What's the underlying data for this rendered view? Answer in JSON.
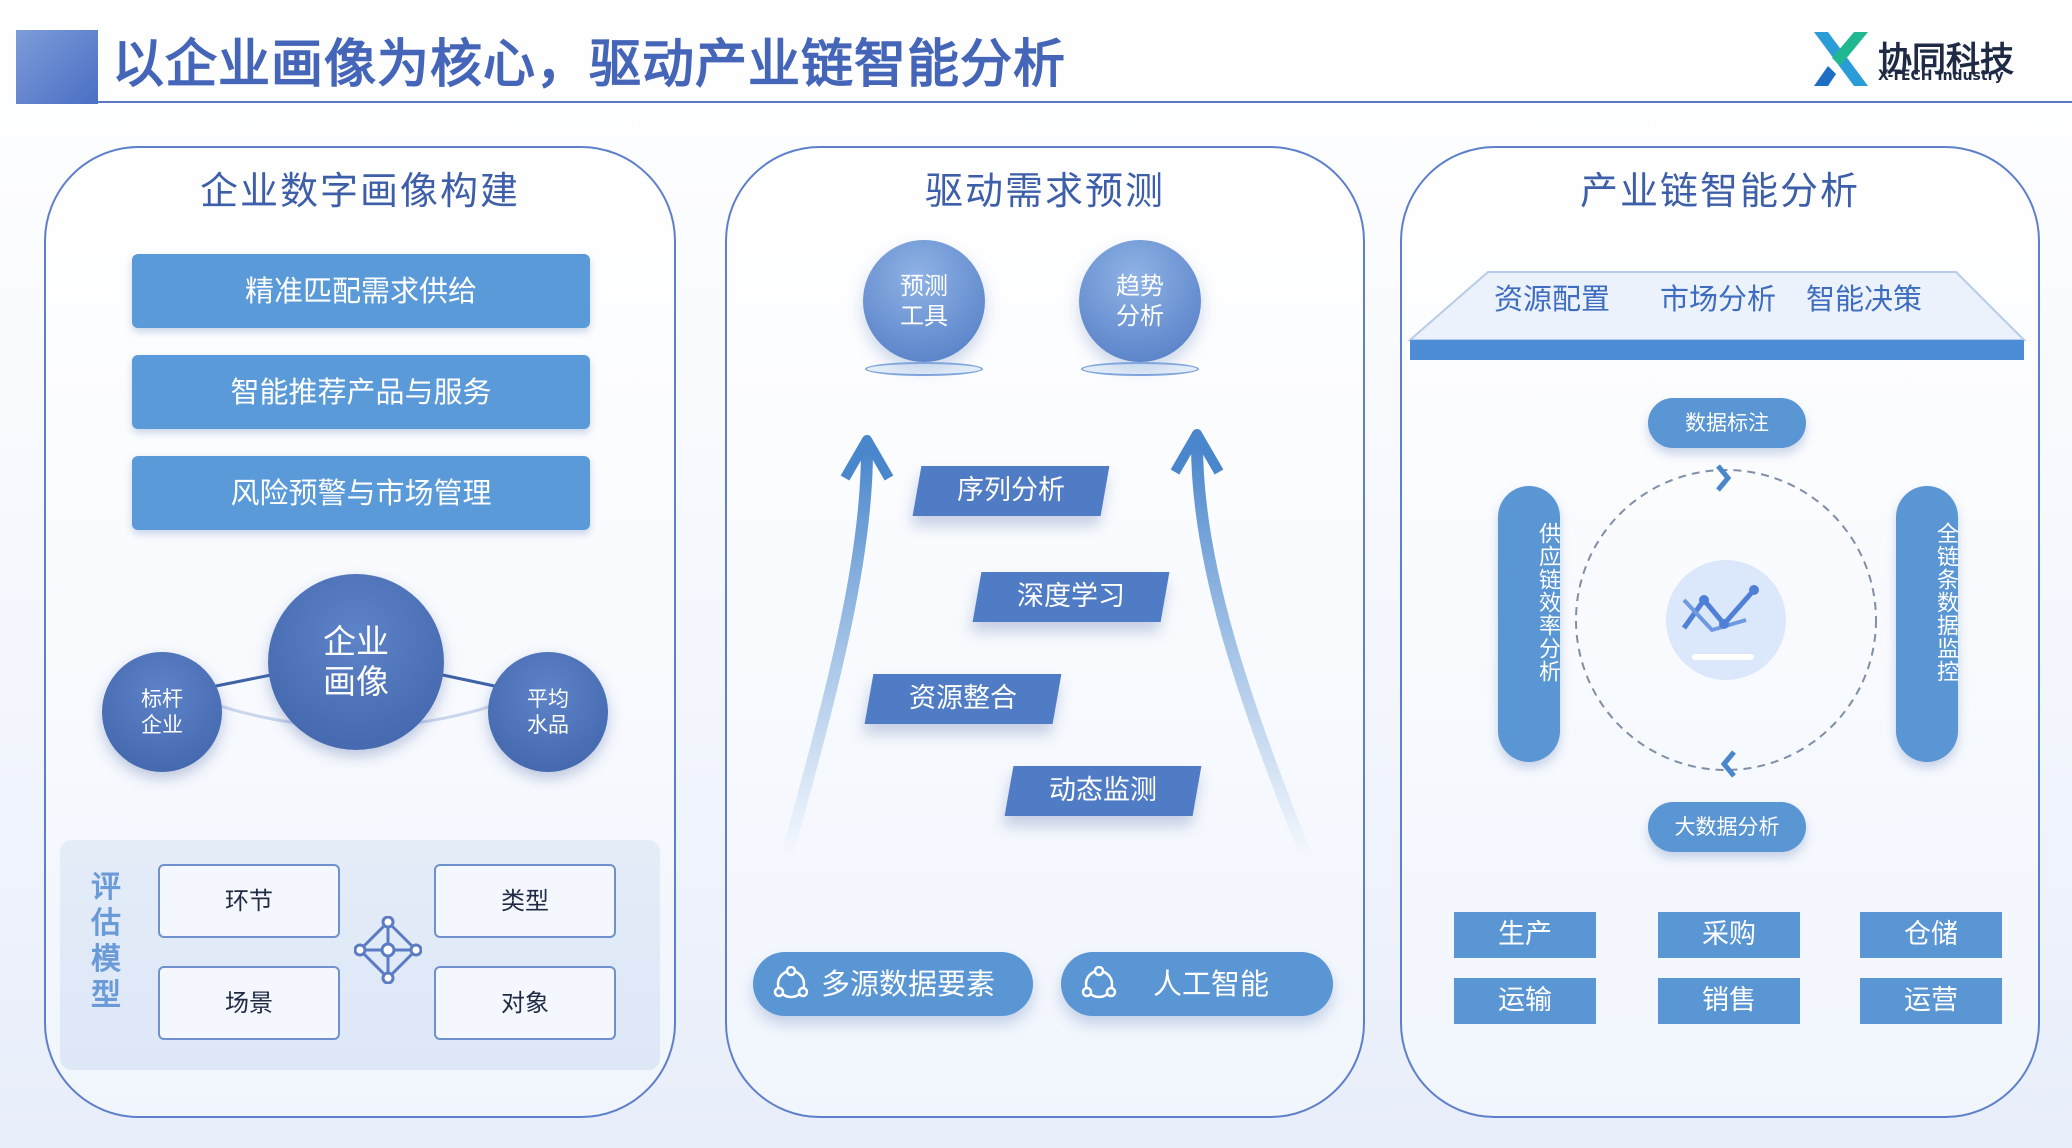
{
  "header": {
    "title": "以企业画像为核心，驱动产业链智能分析",
    "logo_name": "协同科技",
    "logo_sub": "X-TECH Industry"
  },
  "panel1": {
    "title": "企业数字画像构建",
    "bars": [
      "精准匹配需求供给",
      "智能推荐产品与服务",
      "风险预警与市场管理"
    ],
    "center": [
      "企业",
      "画像"
    ],
    "left": [
      "标杆",
      "企业"
    ],
    "right": [
      "平均",
      "水品"
    ],
    "eval_label": [
      "评",
      "估",
      "模",
      "型"
    ],
    "eval_items": [
      "环节",
      "类型",
      "场景",
      "对象"
    ]
  },
  "panel2": {
    "title": "驱动需求预测",
    "ball_left": [
      "预测",
      "工具"
    ],
    "ball_right": [
      "趋势",
      "分析"
    ],
    "tags": [
      "序列分析",
      "深度学习",
      "资源整合",
      "动态监测"
    ],
    "pills": [
      "多源数据要素",
      "人工智能"
    ]
  },
  "panel3": {
    "title": "产业链智能分析",
    "stage": [
      "资源配置",
      "市场分析",
      "智能决策"
    ],
    "top_pill": "数据标注",
    "bottom_pill": "大数据分析",
    "left_vertical": "供应链效率分析",
    "right_vertical": "全链条数据监控",
    "grid": [
      "生产",
      "采购",
      "仓储",
      "运输",
      "销售",
      "运营"
    ]
  },
  "colors": {
    "title": "#4565b8",
    "accent": "#5a95d4",
    "panel_border": "#5d7fcc",
    "dark_circle": "#3f62a8"
  },
  "icons": [
    "logo-x-icon",
    "network-icon",
    "trend-chart-icon",
    "arrow-up-icon",
    "chevron-right-icon",
    "chevron-left-icon"
  ]
}
